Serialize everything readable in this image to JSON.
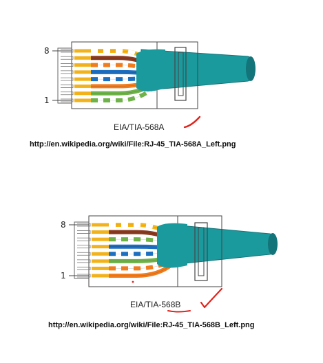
{
  "diagrams": [
    {
      "standard_label": "EIA/TIA-568A",
      "source_text": "http://en.wikipedia.org/wiki/File:RJ-45_TIA-568A_Left.png",
      "pin_top_label": "8",
      "pin_bottom_label": "1",
      "wires": [
        {
          "base": "#f7b516",
          "stripe": "#ffffff"
        },
        {
          "base": "#8a3a1f",
          "stripe": "#8a3a1f"
        },
        {
          "base": "#ffffff",
          "stripe": "#f07c1d"
        },
        {
          "base": "#1d6fc1",
          "stripe": "#1d6fc1"
        },
        {
          "base": "#ffffff",
          "stripe": "#1d6fc1"
        },
        {
          "base": "#f07c1d",
          "stripe": "#f07c1d"
        },
        {
          "base": "#6fb24a",
          "stripe": "#6fb24a"
        },
        {
          "base": "#ffffff",
          "stripe": "#6fb24a"
        }
      ]
    },
    {
      "standard_label": "EIA/TIA-568B",
      "source_text": "http://en.wikipedia.org/wiki/File:RJ-45_TIA-568B_Left.png",
      "pin_top_label": "8",
      "pin_bottom_label": "1",
      "wires": [
        {
          "base": "#f7b516",
          "stripe": "#ffffff"
        },
        {
          "base": "#8a3a1f",
          "stripe": "#8a3a1f"
        },
        {
          "base": "#ffffff",
          "stripe": "#6fb24a"
        },
        {
          "base": "#1d6fc1",
          "stripe": "#1d6fc1"
        },
        {
          "base": "#ffffff",
          "stripe": "#1d6fc1"
        },
        {
          "base": "#6fb24a",
          "stripe": "#6fb24a"
        },
        {
          "base": "#ffffff",
          "stripe": "#f07c1d"
        },
        {
          "base": "#f07c1d",
          "stripe": "#f07c1d"
        }
      ]
    }
  ],
  "colors": {
    "cable": "#1b9a9e",
    "cable_dark": "#137479",
    "plug_outline": "#444444",
    "pin_gold": "#f2b21b",
    "annotation_red": "#e0231b"
  }
}
